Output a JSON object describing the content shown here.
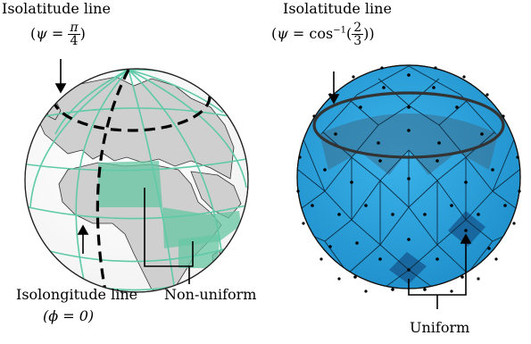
{
  "left_globe": {
    "isolatitude_title": "Isolatitude line",
    "isolatitude_eq_prefix": "(",
    "isolatitude_psi": "ψ",
    "isolatitude_eq": " = ",
    "isolatitude_frac_num": "π",
    "isolatitude_frac_den": "4",
    "isolatitude_eq_suffix": ")",
    "isolongitude_title": "Isolongitude line",
    "isolongitude_eq": "(ϕ = 0)",
    "nonuniform_label": "Non-uniform"
  },
  "right_globe": {
    "isolatitude_title": "Isolatitude line",
    "isolatitude_eq_prefix": "(",
    "isolatitude_psi": "ψ",
    "isolatitude_eq": " = cos",
    "isolatitude_sup": "−1",
    "isolatitude_frac_open": "(",
    "isolatitude_frac_num": "2",
    "isolatitude_frac_den": "3",
    "isolatitude_frac_close": "))",
    "uniform_label": "Uniform"
  },
  "colors": {
    "grid_green": "#5fc9a8",
    "land_gray": "#cfcfcf",
    "heal_blue": "#2a9fd6",
    "heal_blue_dark": "#1f6fae",
    "highlight_green": "#66c7a4"
  }
}
